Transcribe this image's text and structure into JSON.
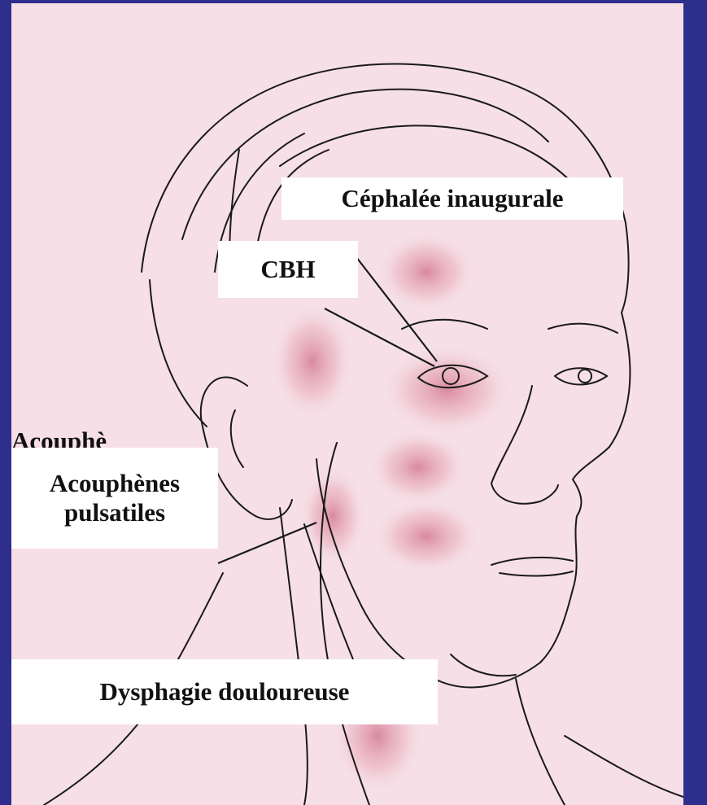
{
  "labels": {
    "cephalee": "Céphalée inaugurale",
    "cbh": "CBH",
    "acouphenes_line1": "Acouphènes",
    "acouphenes_line2": "pulsatiles",
    "dysphagie": "Dysphagie douloureuse",
    "partial_overlap": "Acouphè"
  },
  "colors": {
    "frame": "#2e2f8c",
    "paper": "#f6dfe6",
    "pain_spot": "#d9849a",
    "ink": "#1a1a1a"
  }
}
